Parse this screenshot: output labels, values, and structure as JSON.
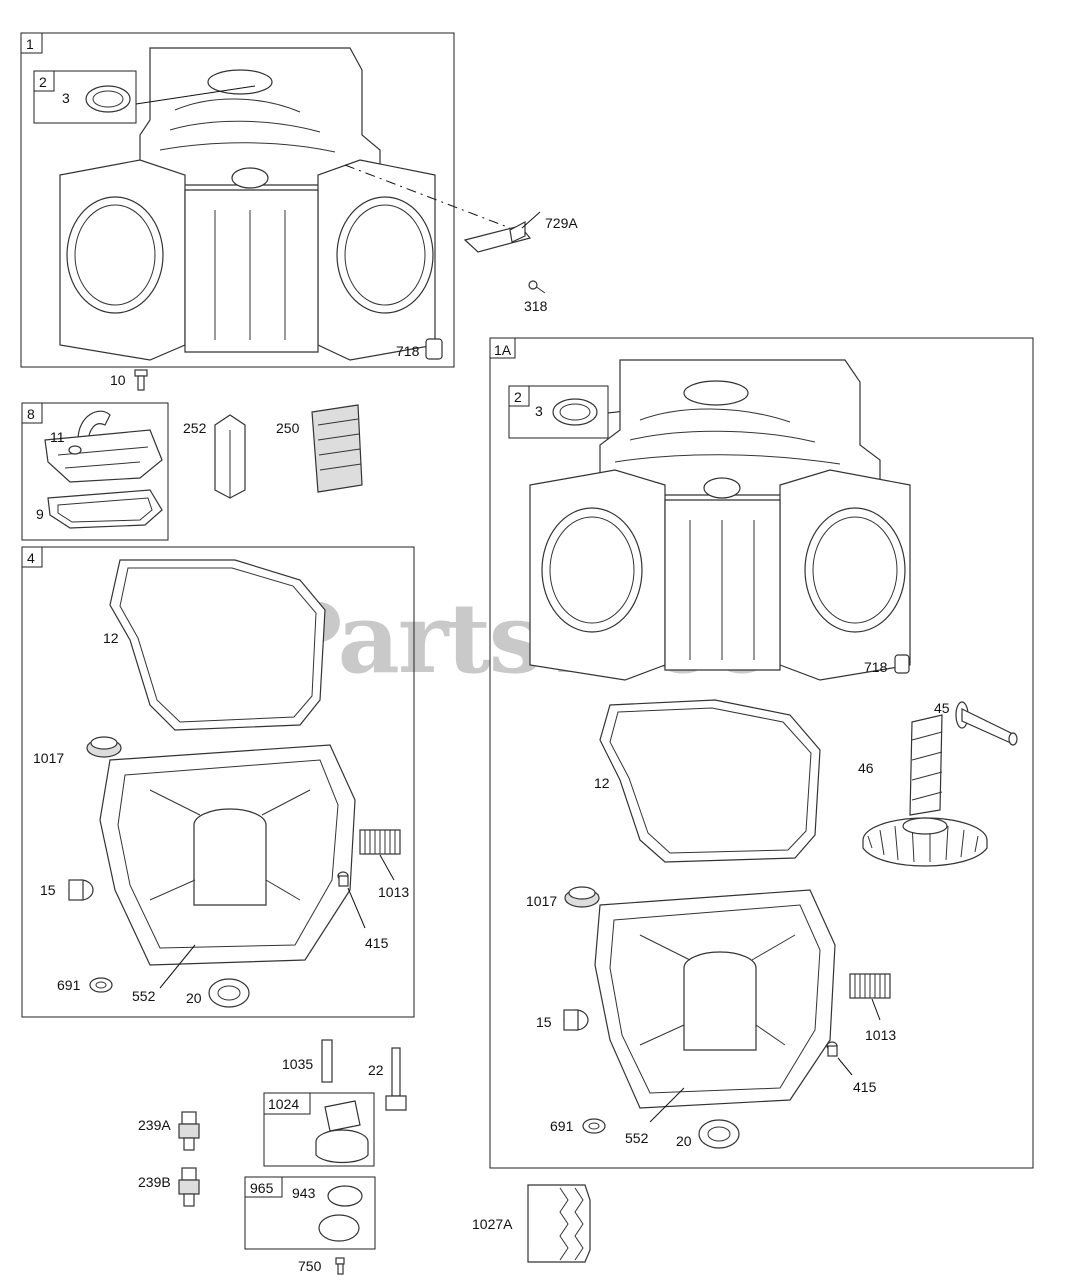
{
  "watermark": "PartsTree",
  "groups": {
    "g1": "1",
    "g1_sub": "2",
    "g1A": "1A",
    "g1A_sub": "2",
    "g8": "8",
    "g4": "4",
    "g1024": "1024",
    "g965": "965"
  },
  "callouts": {
    "c3_a": "3",
    "c729A": "729A",
    "c318": "318",
    "c718_a": "718",
    "c10": "10",
    "c11": "11",
    "c9": "9",
    "c252": "252",
    "c250": "250",
    "c12_a": "12",
    "c1017_a": "1017",
    "c15_a": "15",
    "c1013_a": "1013",
    "c415_a": "415",
    "c691_a": "691",
    "c552_a": "552",
    "c20_a": "20",
    "c1035": "1035",
    "c22": "22",
    "c239A": "239A",
    "c239B": "239B",
    "c943": "943",
    "c750": "750",
    "c1027A": "1027A",
    "c3_b": "3",
    "c718_b": "718",
    "c45": "45",
    "c46": "46",
    "c12_b": "12",
    "c1017_b": "1017",
    "c15_b": "15",
    "c1013_b": "1013",
    "c415_b": "415",
    "c691_b": "691",
    "c552_b": "552",
    "c20_b": "20"
  }
}
